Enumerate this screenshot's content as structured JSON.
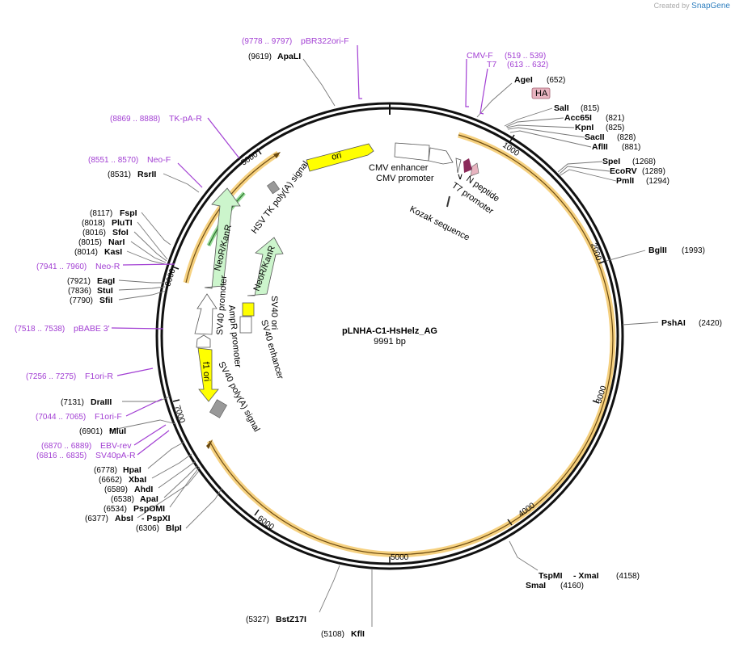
{
  "credit": {
    "prefix": "Created by",
    "brand": "SnapGene"
  },
  "plasmid": {
    "name": "pLNHA-C1-HsHelz_AG",
    "size_label": "9991 bp"
  },
  "ticks": [
    "1000",
    "2000",
    "3000",
    "4000",
    "5000",
    "6000",
    "7000",
    "8000",
    "5000"
  ],
  "sites": {
    "apali": {
      "name": "ApaLI",
      "pos": "(9619)"
    },
    "agei": {
      "name": "AgeI",
      "pos": "(652)"
    },
    "sali": {
      "name": "SalI",
      "pos": "(815)"
    },
    "acc65i": {
      "name": "Acc65I",
      "pos": "(821)"
    },
    "kpni": {
      "name": "KpnI",
      "pos": "(825)"
    },
    "sacii": {
      "name": "SacII",
      "pos": "(828)"
    },
    "aflii": {
      "name": "AflII",
      "pos": "(881)"
    },
    "spei": {
      "name": "SpeI",
      "pos": "(1268)"
    },
    "ecorv": {
      "name": "EcoRV",
      "pos": "(1289)"
    },
    "pmli": {
      "name": "PmlI",
      "pos": "(1294)"
    },
    "bglii": {
      "name": "BglII",
      "pos": "(1993)"
    },
    "pshai": {
      "name": "PshAI",
      "pos": "(2420)"
    },
    "tspmi": {
      "name": "TspMI",
      "pos": ""
    },
    "xmai": {
      "name": "- XmaI",
      "pos": "(4158)"
    },
    "smai": {
      "name": "SmaI",
      "pos": "(4160)"
    },
    "bstz17i": {
      "name": "BstZ17I",
      "pos": "(5327)"
    },
    "kfli": {
      "name": "KflI",
      "pos": "(5108)"
    },
    "blpi": {
      "name": "BlpI",
      "pos": "(6306)"
    },
    "absi": {
      "name": "AbsI",
      "pos": "(6377)"
    },
    "pspxi": {
      "name": "- PspXI",
      "pos": ""
    },
    "pspomi": {
      "name": "PspOMI",
      "pos": "(6534)"
    },
    "apai": {
      "name": "ApaI",
      "pos": "(6538)"
    },
    "ahdi": {
      "name": "AhdI",
      "pos": "(6589)"
    },
    "xbai": {
      "name": "XbaI",
      "pos": "(6662)"
    },
    "hpai": {
      "name": "HpaI",
      "pos": "(6778)"
    },
    "mlui": {
      "name": "MluI",
      "pos": "(6901)"
    },
    "draiii": {
      "name": "DraIII",
      "pos": "(7131)"
    },
    "sfii": {
      "name": "SfiI",
      "pos": "(7790)"
    },
    "stui": {
      "name": "StuI",
      "pos": "(7836)"
    },
    "eagi": {
      "name": "EagI",
      "pos": "(7921)"
    },
    "kasi": {
      "name": "KasI",
      "pos": "(8014)"
    },
    "nari": {
      "name": "NarI",
      "pos": "(8015)"
    },
    "sfoi": {
      "name": "SfoI",
      "pos": "(8016)"
    },
    "pluti": {
      "name": "PluTI",
      "pos": "(8018)"
    },
    "fspi": {
      "name": "FspI",
      "pos": "(8117)"
    },
    "rsrii": {
      "name": "RsrII",
      "pos": "(8531)"
    }
  },
  "primers": {
    "pbr322ori": {
      "name": "pBR322ori-F",
      "range": "(9778 .. 9797)"
    },
    "cmvf": {
      "name": "CMV-F",
      "range": "(519 .. 539)"
    },
    "t7": {
      "name": "T7",
      "range": "(613 .. 632)"
    },
    "tkpa": {
      "name": "TK-pA-R",
      "range": "(8869 .. 8888)"
    },
    "neof": {
      "name": "Neo-F",
      "range": "(8551 .. 8570)"
    },
    "neor": {
      "name": "Neo-R",
      "range": "(7941 .. 7960)"
    },
    "pbabe": {
      "name": "pBABE 3'",
      "range": "(7518 .. 7538)"
    },
    "f1orir": {
      "name": "F1ori-R",
      "range": "(7256 .. 7275)"
    },
    "f1orif": {
      "name": "F1ori-F",
      "range": "(7044 .. 7065)"
    },
    "ebvrev": {
      "name": "EBV-rev",
      "range": "(6870 .. 6889)"
    },
    "sv40pa": {
      "name": "SV40pA-R",
      "range": "(6816 .. 6835)"
    }
  },
  "features": {
    "ha": "HA",
    "cmv_enhancer": "CMV enhancer",
    "cmv_promoter": "CMV promoter",
    "n_peptide": "N peptide",
    "t7_promoter": "T7 promoter",
    "kozak": "Kozak sequence",
    "ori": "ori",
    "hsv_tk": "HSV TK poly(A) signal",
    "neokanr_outer": "NeoR/KanR",
    "neokanr_inner": "NeoR/KanR",
    "sv40_promoter": "SV40 promoter",
    "ampr_promoter": "AmpR promoter",
    "sv40_ori": "SV40 ori",
    "sv40_enhancer": "SV40 enhancer",
    "f1_ori": "f1 ori",
    "sv40_polya": "SV40 poly(A) signal"
  },
  "colors": {
    "backbone": "#111111",
    "gene": "#f5c96a",
    "ori": "#ffff00",
    "neo": "#ccf5cc",
    "primer": "#a23fd3",
    "ha": "#e8b4c0",
    "npeptide": "#8b2a5a"
  }
}
